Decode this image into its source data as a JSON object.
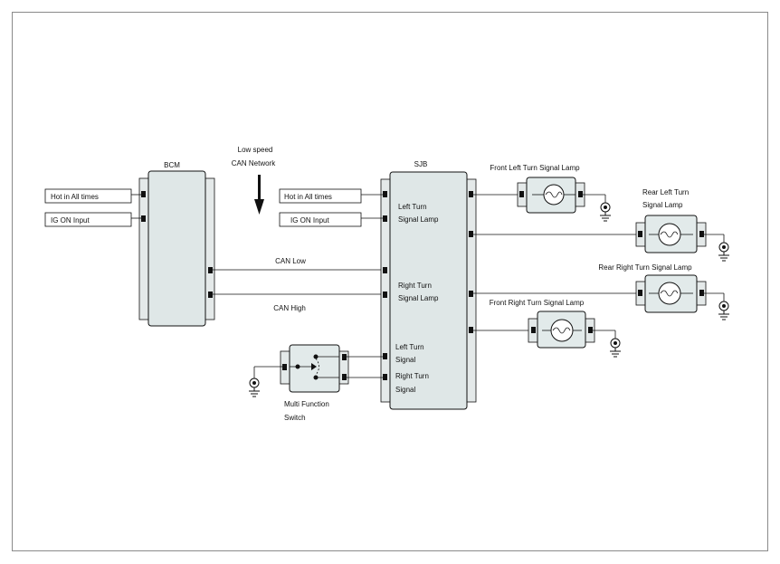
{
  "labels": {
    "bcm": "BCM",
    "sjb": "SJB",
    "can_network_line1": "Low speed",
    "can_network_line2": "CAN Network",
    "bcm_hot": "Hot in All times",
    "bcm_ig": "IG ON Input",
    "sjb_hot": "Hot in All times",
    "sjb_ig": "IG ON Input",
    "can_low": "CAN Low",
    "can_high": "CAN High",
    "left_turn_lamp_1": "Left Turn",
    "left_turn_lamp_2": "Signal Lamp",
    "right_turn_lamp_1": "Right Turn",
    "right_turn_lamp_2": "Signal Lamp",
    "left_turn_signal_1": "Left Turn",
    "left_turn_signal_2": "Signal",
    "right_turn_signal_1": "Right Turn",
    "right_turn_signal_2": "Signal",
    "front_left_lamp": "Front Left Turn Signal Lamp",
    "rear_left_lamp_1": "Rear Left Turn",
    "rear_left_lamp_2": "Signal Lamp",
    "rear_right_lamp": "Rear Right Turn Signal Lamp",
    "front_right_lamp": "Front Right Turn Signal Lamp",
    "mfs_1": "Multi Function",
    "mfs_2": "Switch"
  },
  "icons": [
    "ground-icon",
    "bulb-icon",
    "arrow-down-icon",
    "switch-icon"
  ]
}
